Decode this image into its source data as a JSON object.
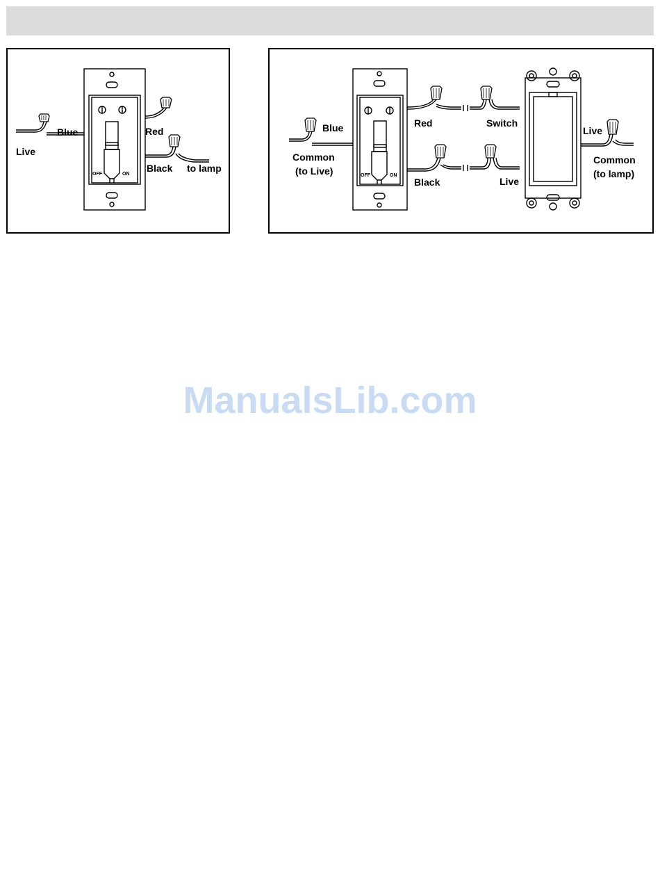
{
  "diagram_left": {
    "labels": {
      "live": "Live",
      "blue": "Blue",
      "red": "Red",
      "black": "Black",
      "to_lamp": "to lamp",
      "off": "OFF",
      "on": "ON"
    }
  },
  "diagram_right": {
    "labels": {
      "blue": "Blue",
      "common_line1": "Common",
      "common_line2": "(to Live)",
      "red": "Red",
      "black": "Black",
      "switch": "Switch",
      "live_lower": "Live",
      "live_right": "Live",
      "common_lamp_line1": "Common",
      "common_lamp_line2": "(to lamp)",
      "off": "OFF",
      "on": "ON"
    }
  },
  "watermark": "ManualsLib.com"
}
